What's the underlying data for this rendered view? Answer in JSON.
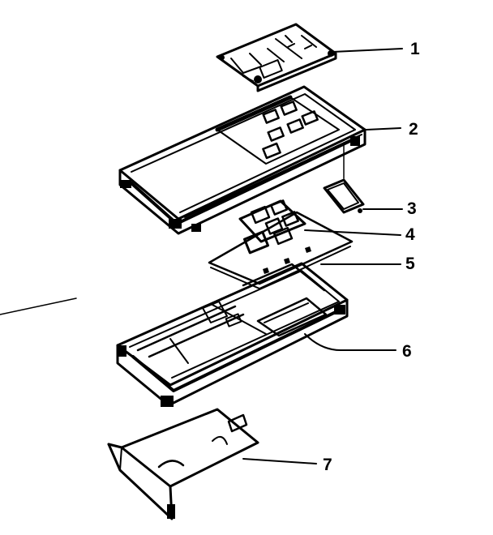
{
  "diagram": {
    "callouts": [
      {
        "id": "1"
      },
      {
        "id": "2"
      },
      {
        "id": "3"
      },
      {
        "id": "4"
      },
      {
        "id": "5"
      },
      {
        "id": "6"
      },
      {
        "id": "7"
      }
    ]
  },
  "colors": {
    "ink": "#000000",
    "paper": "#ffffff"
  }
}
